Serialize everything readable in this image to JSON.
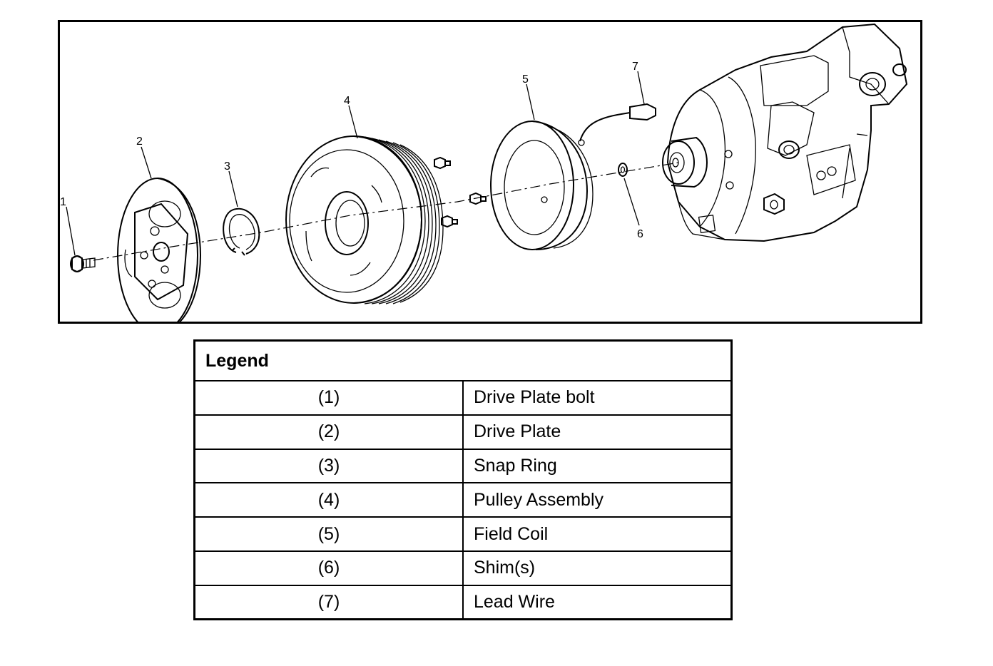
{
  "callouts": [
    "1",
    "2",
    "3",
    "4",
    "5",
    "6",
    "7"
  ],
  "legend": {
    "title": "Legend",
    "rows": [
      {
        "num": "(1)",
        "name": "Drive Plate bolt"
      },
      {
        "num": "(2)",
        "name": "Drive Plate"
      },
      {
        "num": "(3)",
        "name": "Snap Ring"
      },
      {
        "num": "(4)",
        "name": "Pulley Assembly"
      },
      {
        "num": "(5)",
        "name": "Field Coil"
      },
      {
        "num": "(6)",
        "name": "Shim(s)"
      },
      {
        "num": "(7)",
        "name": "Lead Wire"
      }
    ]
  }
}
